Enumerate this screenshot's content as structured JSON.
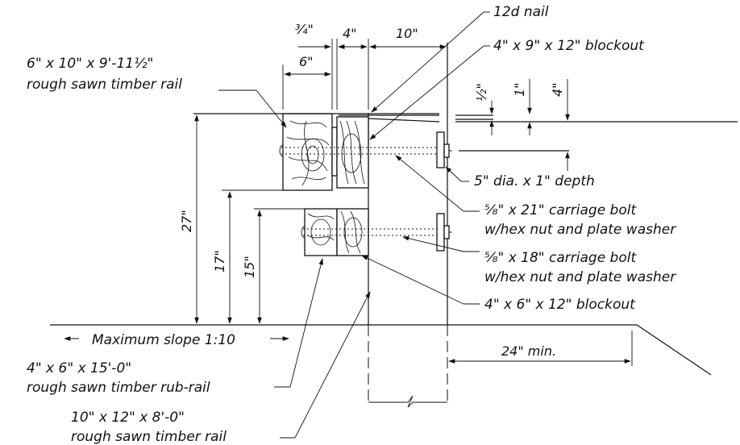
{
  "labels": {
    "nail": "12d nail",
    "blockout_top": "4\" x 9\" x 12\" blockout",
    "rail_top_1": "6\" x 10\" x 9'-11½\"",
    "rail_top_2": "rough sawn timber rail",
    "recess": "5\" dia. x 1\" depth",
    "bolt21_1": "⅝\" x 21\" carriage bolt",
    "bolt21_2": "w/hex nut and plate washer",
    "bolt18_1": "⅝\" x 18\" carriage bolt",
    "bolt18_2": "w/hex nut and plate washer",
    "blockout_bottom": "4\" x 6\" x 12\" blockout",
    "slope": "Maximum slope 1:10",
    "rubrail_1": "4\" x 6\" x 15'-0\"",
    "rubrail_2": "rough sawn timber rub-rail",
    "post_1": "10\" x 12\" x 8'-0\"",
    "post_2": "rough sawn timber rail"
  },
  "dimensions": {
    "three_quarter": "¾\"",
    "four": "4\"",
    "ten": "10\"",
    "six": "6\"",
    "half": "½\"",
    "one": "1\"",
    "four_v": "4\"",
    "twenty_seven": "27\"",
    "seventeen": "17\"",
    "fifteen": "15\"",
    "twenty_four_min": "24\" min."
  }
}
